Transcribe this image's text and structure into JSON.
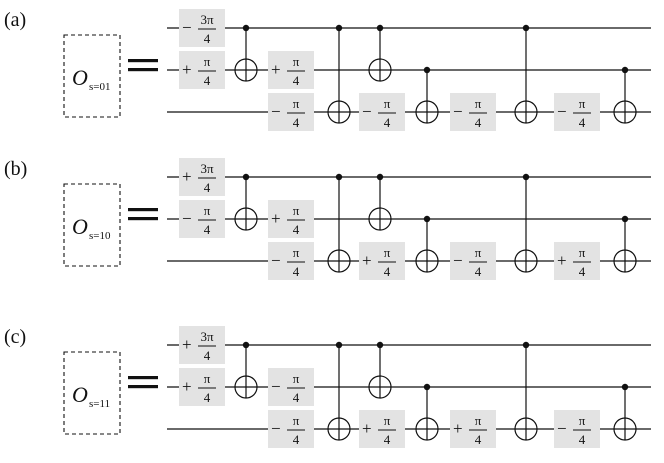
{
  "panels": [
    {
      "label": "(a)",
      "oracle": {
        "symbol": "O",
        "subscript": "s=01"
      },
      "equals": "=",
      "phases": [
        {
          "sign": "−",
          "numerator": "3π",
          "denominator": "4"
        },
        {
          "sign": "+",
          "numerator": "π",
          "denominator": "4"
        },
        {
          "sign": "+",
          "numerator": "π",
          "denominator": "4"
        },
        {
          "sign": "−",
          "numerator": "π",
          "denominator": "4"
        },
        {
          "sign": "−",
          "numerator": "π",
          "denominator": "4"
        },
        {
          "sign": "−",
          "numerator": "π",
          "denominator": "4"
        },
        {
          "sign": "−",
          "numerator": "π",
          "denominator": "4"
        }
      ]
    },
    {
      "label": "(b)",
      "oracle": {
        "symbol": "O",
        "subscript": "s=10"
      },
      "equals": "=",
      "phases": [
        {
          "sign": "+",
          "numerator": "3π",
          "denominator": "4"
        },
        {
          "sign": "−",
          "numerator": "π",
          "denominator": "4"
        },
        {
          "sign": "+",
          "numerator": "π",
          "denominator": "4"
        },
        {
          "sign": "−",
          "numerator": "π",
          "denominator": "4"
        },
        {
          "sign": "+",
          "numerator": "π",
          "denominator": "4"
        },
        {
          "sign": "−",
          "numerator": "π",
          "denominator": "4"
        },
        {
          "sign": "+",
          "numerator": "π",
          "denominator": "4"
        }
      ]
    },
    {
      "label": "(c)",
      "oracle": {
        "symbol": "O",
        "subscript": "s=11"
      },
      "equals": "=",
      "phases": [
        {
          "sign": "+",
          "numerator": "3π",
          "denominator": "4"
        },
        {
          "sign": "+",
          "numerator": "π",
          "denominator": "4"
        },
        {
          "sign": "−",
          "numerator": "π",
          "denominator": "4"
        },
        {
          "sign": "−",
          "numerator": "π",
          "denominator": "4"
        },
        {
          "sign": "+",
          "numerator": "π",
          "denominator": "4"
        },
        {
          "sign": "+",
          "numerator": "π",
          "denominator": "4"
        },
        {
          "sign": "−",
          "numerator": "π",
          "denominator": "4"
        }
      ]
    }
  ],
  "colors": {
    "ink": "#111111",
    "gate_fill": "#e3e3e3"
  }
}
